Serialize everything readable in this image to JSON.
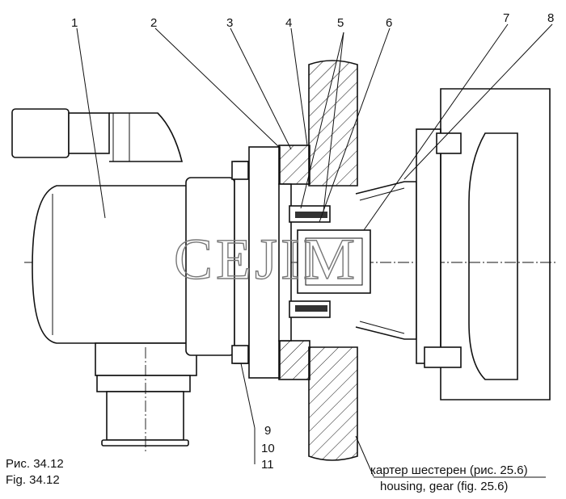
{
  "figure": {
    "callouts": [
      "1",
      "2",
      "3",
      "4",
      "5",
      "6",
      "7",
      "8",
      "9",
      "10",
      "11"
    ],
    "caption_ru": "Рис. 34.12",
    "caption_en": "Fig. 34.12",
    "housing_label_ru": "картер шестерен (рис. 25.6)",
    "housing_label_en": "housing, gear (fig. 25.6)",
    "watermark": "CEJIM"
  }
}
